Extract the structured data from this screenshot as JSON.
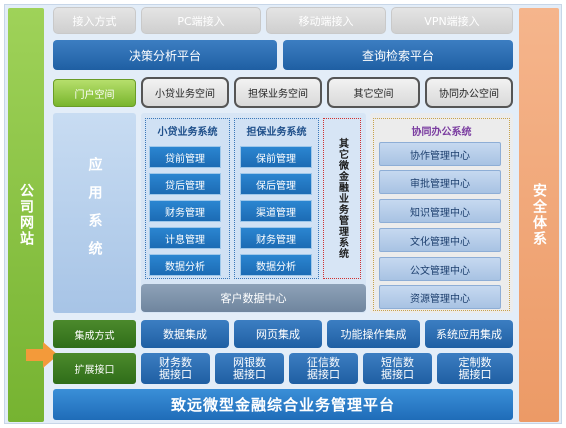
{
  "left_column": {
    "label": "公司网站",
    "color": "#7fbf3f"
  },
  "right_column": {
    "label": "安全体系",
    "color": "#f0a97a"
  },
  "access_tabs": [
    "接入方式",
    "PC端接入",
    "移动端接入",
    "VPN端接入"
  ],
  "platform_bars": [
    "决策分析平台",
    "查询检索平台"
  ],
  "portal": {
    "label": "门户空间"
  },
  "spaces": [
    "小贷业务空间",
    "担保业务空间",
    "其它空间",
    "协同办公空间"
  ],
  "app_system": {
    "label": "应用系统"
  },
  "loan_system": {
    "title": "小贷业务系统",
    "items": [
      "贷前管理",
      "贷后管理",
      "财务管理",
      "计息管理",
      "数据分析"
    ]
  },
  "guarantee_system": {
    "title": "担保业务系统",
    "items": [
      "保前管理",
      "保后管理",
      "渠道管理",
      "财务管理",
      "数据分析"
    ]
  },
  "other_system": {
    "label": "其它微金融业务管理系统"
  },
  "office_system": {
    "title": "协同办公系统",
    "items": [
      "协作管理中心",
      "审批管理中心",
      "知识管理中心",
      "文化管理中心",
      "公文管理中心",
      "资源管理中心"
    ]
  },
  "customer_center": {
    "label": "客户数据中心"
  },
  "integration": {
    "label": "集成方式",
    "items": [
      "数据集成",
      "网页集成",
      "功能操作集成",
      "系统应用集成"
    ]
  },
  "extension": {
    "label": "扩展接口",
    "items": [
      {
        "line1": "财务数",
        "line2": "据接口"
      },
      {
        "line1": "网银数",
        "line2": "据接口"
      },
      {
        "line1": "征信数",
        "line2": "据接口"
      },
      {
        "line1": "短信数",
        "line2": "据接口"
      },
      {
        "line1": "定制数",
        "line2": "据接口"
      }
    ]
  },
  "footer": {
    "label": "致远微型金融综合业务管理平台"
  },
  "colors": {
    "frame_blue": "#cfe0f3",
    "accent_blue": "#1f5fa3",
    "arrow_orange": "#f39a3a",
    "dashed_red": "#d03030"
  }
}
